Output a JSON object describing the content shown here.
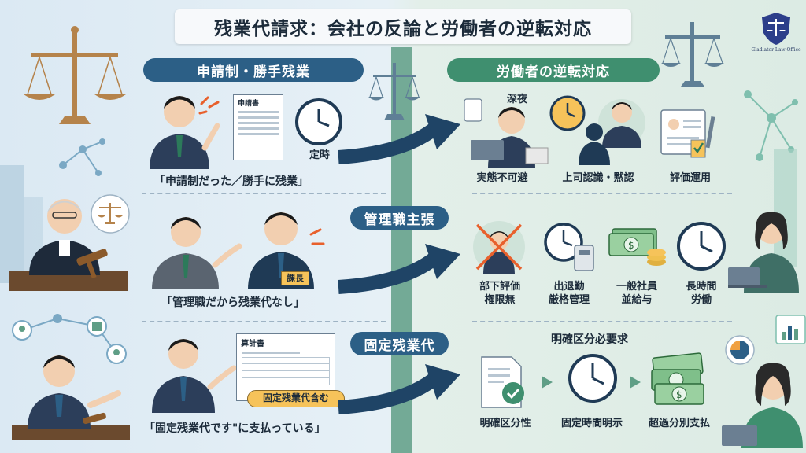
{
  "title": "残業代請求：会社の反論と労働者の逆転対応",
  "logo_text": "Gladiator Law Office",
  "left_header": "申請制・勝手残業",
  "right_header": "労働者の逆転対応",
  "sections": [
    {
      "claim_doc": "申請書",
      "claim_clock_label": "定時",
      "caption": "「申請制だった／勝手に残業」",
      "responses": [
        "実態不可避",
        "上司認識・黙認",
        "評価運用"
      ],
      "night_label": "深夜"
    },
    {
      "pill": "管理職主張",
      "badge": "課長",
      "caption": "「管理職だから残業代なし」",
      "responses": [
        "部下評価\n権限無",
        "出退勤\n厳格管理",
        "一般社員\n並給与",
        "長時間\n労働"
      ]
    },
    {
      "pill": "固定残業代",
      "doc_title": "算計書",
      "doc_tag": "固定残業代含む",
      "caption": "「固定残業代です\"に支払っている」",
      "requirement": "明確区分必要求",
      "responses": [
        "明確区分性",
        "固定時間明示",
        "超過分別支払"
      ]
    }
  ],
  "colors": {
    "navy": "#2c5f86",
    "green": "#3f8f6f",
    "bronze": "#b5834b",
    "dark_arrow": "#1f4466"
  }
}
